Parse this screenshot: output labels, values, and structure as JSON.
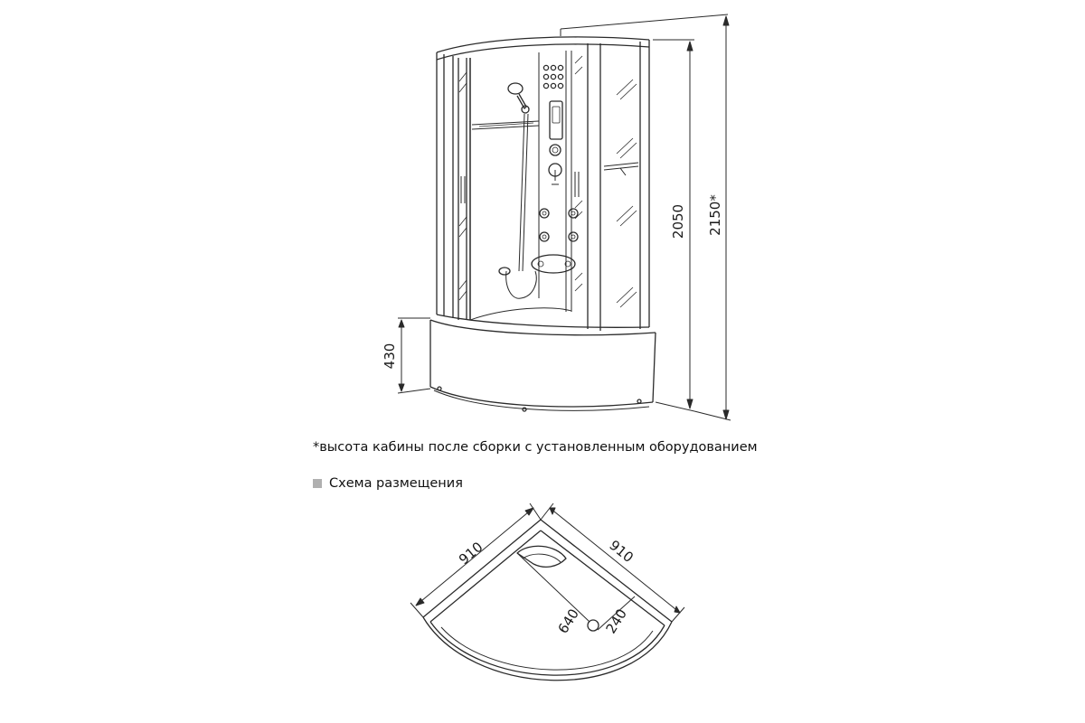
{
  "dimensions": {
    "height_cabin": "2050",
    "height_total": "2150*",
    "height_tray": "430",
    "width_left": "910",
    "width_right": "910",
    "drain_x": "640",
    "drain_y": "240"
  },
  "footnote": "*высота кабины после сборки с установленным оборудованием",
  "plan_title": "Схема размещения",
  "colors": {
    "line": "#2a2a2a",
    "legend_square": "#b0b0b0"
  }
}
